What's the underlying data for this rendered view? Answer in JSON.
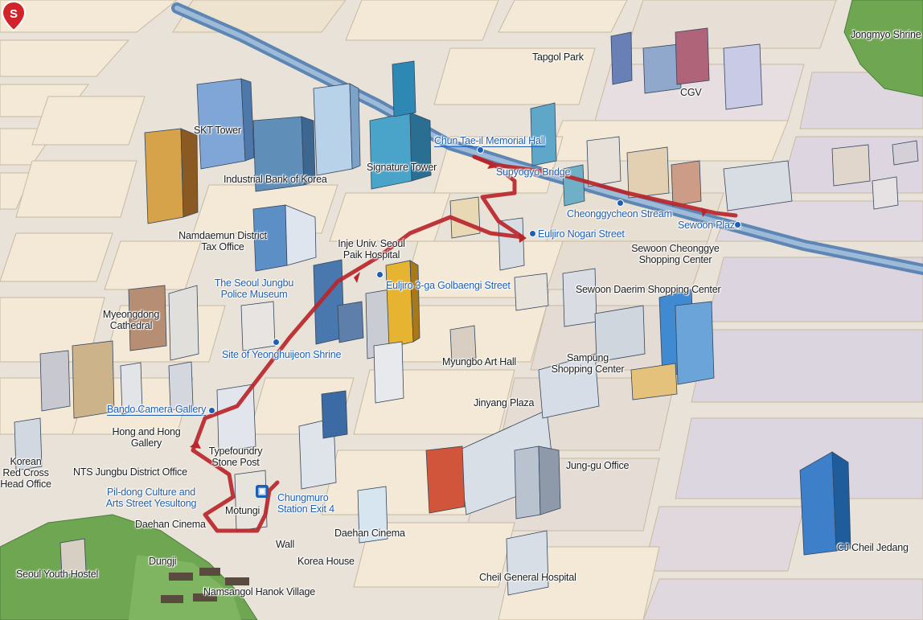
{
  "map": {
    "start_marker": "S",
    "subway_icon": "subway-icon",
    "colors": {
      "ground": "#ece6dc",
      "block": "#f3ead9",
      "block_edge": "#c9b9a1",
      "stream": "#6d8fb5",
      "route": "#b8262b",
      "park": "#6fa652",
      "label_blue": "#1f5fb3"
    },
    "places": {
      "jongmyo_shrine": "Jongmyo Shrine",
      "tapgol_park": "Tapgol Park",
      "cgv": "CGV",
      "skt_tower": "SKT Tower",
      "industrial_bank": "Industrial Bank of Korea",
      "signature_tower": "Signature Tower",
      "namdaemun_tax": "Namdaemun District\nTax Office",
      "inje_paik": "Inje Univ. Seoul\nPaik Hospital",
      "sewoon_cheonggye": "Sewoon Cheonggye\nShopping Center",
      "sewoon_daerim": "Sewoon Daerim Shopping Center",
      "myeongdong_cathedral": "Myeongdong\nCathedral",
      "myungbo_art_hall": "Myungbo Art Hall",
      "sampung": "Sampung\nShopping Center",
      "jinyang_plaza": "Jinyang Plaza",
      "hong_gallery": "Hong and Hong\nGallery",
      "typefoundry": "Typefoundry\nStone Post",
      "red_cross": "Korean\nRed Cross\nHead Office",
      "nts": "NTS Jungbu District Office",
      "jung_gu_office": "Jung-gu Office",
      "motungi": "Motungi",
      "daehan_cinema_left": "Daehan Cinema",
      "daehan_cinema_center": "Daehan Cinema",
      "cj_cheil": "CJ Cheil Jedang",
      "dungji": "Dungji",
      "wall": "Wall",
      "korea_house": "Korea House",
      "seoul_youth_hostel": "Seoul Youth Hostel",
      "cheil_hospital": "Cheil General Hospital",
      "namsangol": "Namsangol Hanok Village"
    },
    "route_stops": {
      "chun_tae_il": "Chun Tae-il Memorial Hall",
      "supyogyo": "Supyogyo Bridge",
      "cheonggycheon": "Cheonggycheon Stream",
      "sewoon_plaza": "Sewoon Plaza",
      "euljiro_nogari": "Euljiro Nogari Street",
      "euljiro_golbaengi": "Euljiro 3-ga Golbaengi Street",
      "police_museum": "The Seoul Jungbu\nPolice Museum",
      "yeonghuijeon": "Site of Yeonghuijeon Shrine",
      "bando_camera": "Bando Camera Gallery",
      "pildong": "Pil-dong Culture and\nArts Street Yesultong",
      "chungmuro_exit": "Chungmuro\nStation Exit 4"
    }
  }
}
